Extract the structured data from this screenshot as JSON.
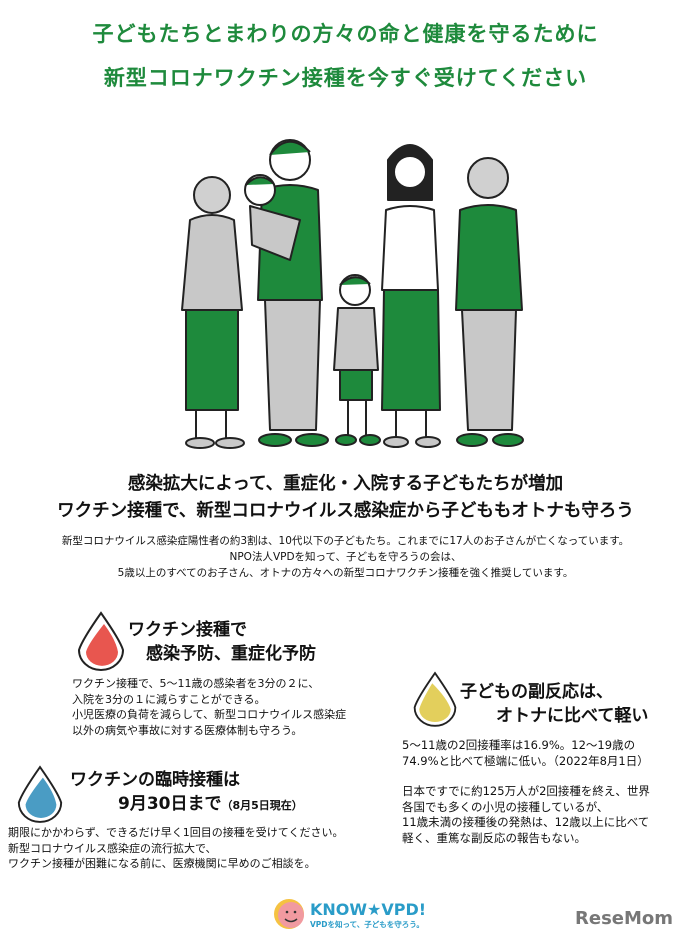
{
  "title": {
    "line1": "子どもたちとまわりの方々の命と健康を守るために",
    "line2": "新型コロナワクチン接種を今すぐ受けてください"
  },
  "headline": {
    "line1": "感染拡大によって、重症化・入院する子どもたちが増加",
    "line2": "ワクチン接種で、新型コロナウイルス感染症から子どももオトナも守ろう"
  },
  "intro": [
    "新型コロナウイルス感染症陽性者の約3割は、10代以下の子どもたち。これまでに17人のお子さんが亡くなっています。",
    "NPO法人VPDを知って、子どもを守ろうの会は、",
    "5歳以上のすべてのお子さん、オトナの方々への新型コロナワクチン接種を強く推奨しています。"
  ],
  "sections": [
    {
      "icon": "red-drop-icon",
      "color": "#e8564f",
      "heading": [
        "ワクチン接種で",
        "感染予防、重症化予防"
      ],
      "body": [
        "ワクチン接種で、5～11歳の感染者を3分の２に、",
        "入院を3分の１に減らすことができる。",
        "小児医療の負荷を減らして、新型コロナウイルス感染症",
        "以外の病気や事故に対する医療体制も守ろう。"
      ]
    },
    {
      "icon": "yellow-drop-icon",
      "color": "#e3cf5c",
      "heading": [
        "子どもの副反応は、",
        "オトナに比べて軽い"
      ],
      "body": [
        "5～11歳の2回接種率は16.9%。12～19歳の",
        "74.9%と比べて極端に低い。（2022年8月1日）",
        "",
        "日本ですでに約125万人が2回接種を終え、世界",
        "各国でも多くの小児の接種しているが、",
        "11歳未満の接種後の発熱は、12歳以上に比べて",
        "軽く、重篤な副反応の報告もない。"
      ]
    },
    {
      "icon": "blue-drop-icon",
      "color": "#4a9cc4",
      "heading": [
        "ワクチンの臨時接種は",
        "9月30日まで"
      ],
      "heading_note": "（8月5日現在）",
      "body": [
        "期限にかかわらず、できるだけ早く1回目の接種を受けてください。",
        "新型コロナウイルス感染症の流行拡大で、",
        "ワクチン接種が困難になる前に、医療機関に早めのご相談を。"
      ]
    }
  ],
  "footer": {
    "logo_text": "KNOW★VPD!",
    "logo_tagline": "VPDを知って、子どもを守ろう。",
    "publisher_logo": "ReseMom"
  },
  "colors": {
    "accent_green": "#1e8a3c",
    "figure_gray": "#c8c8c8"
  }
}
